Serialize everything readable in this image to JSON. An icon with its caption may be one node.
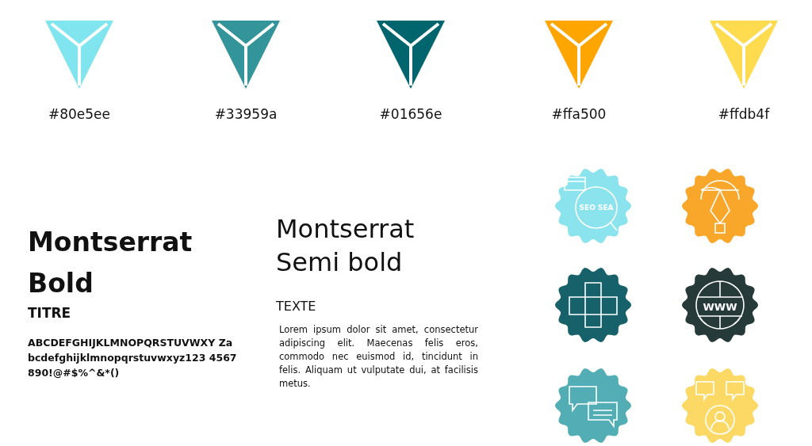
{
  "diagram": {
    "labels": [
      "Montserrat Bold",
      "TITRE",
      "ABCDEFGHIJKLMNOPQRSTUVWXY Zabcdefghijklmnopqrstuvwxyz123 4567890!@#$%^&*()",
      "Montserrat Semi bold",
      "TEXTE",
      "Lorem ipsum dolor sit amet, consectetur adipiscing elit. Maecenas felis eros, commodo nec euismod id, tincidunt in felis. Aliquam ut vulputate dui, at facilisis metus.",
      "SEO SEA",
      "WWW"
    ],
    "legend": [
      {
        "text": "#80e5ee",
        "color": "#80e5ee"
      },
      {
        "text": "#33959a",
        "color": "#33959a"
      },
      {
        "text": "#01656e",
        "color": "#01656e"
      },
      {
        "text": "#ffa500",
        "color": "#ffa500"
      },
      {
        "text": "#ffdb4f",
        "color": "#ffdb4f"
      }
    ]
  }
}
